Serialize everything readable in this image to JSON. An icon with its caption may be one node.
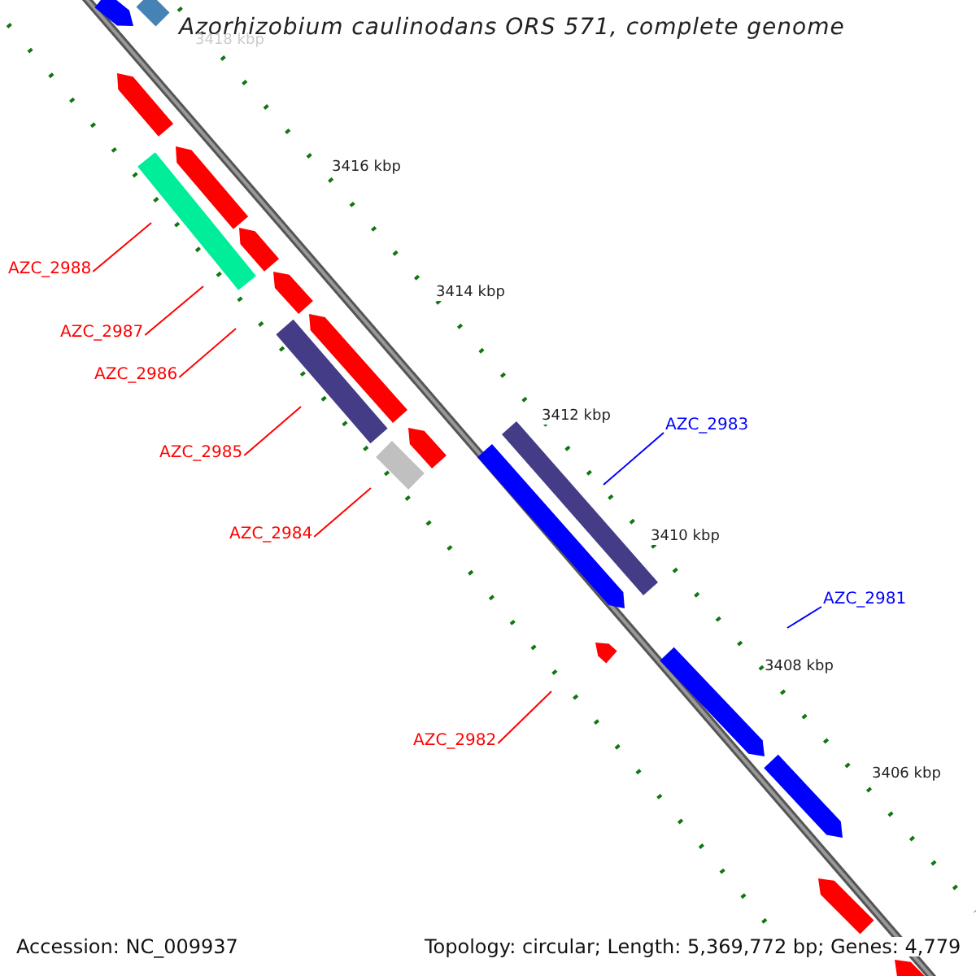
{
  "diagram": {
    "title": "Azorhizobium caulinodans ORS 571, complete genome",
    "nodes": [
      {
        "text": [
          "AZC_2988"
        ]
      },
      {
        "text": [
          "AZC_2987"
        ]
      },
      {
        "text": [
          "AZC_2986"
        ]
      },
      {
        "text": [
          "AZC_2983"
        ]
      },
      {
        "text": [
          "AZC_2985"
        ]
      },
      {
        "text": [
          "AZC_2984"
        ]
      },
      {
        "text": [
          "AZC_2981"
        ]
      },
      {
        "text": [
          "AZC_2982"
        ]
      }
    ],
    "edges": [
      {
        "from": 0,
        "to": null,
        "arrow": "none"
      },
      {
        "from": 1,
        "to": null,
        "arrow": "none"
      },
      {
        "from": 2,
        "to": null,
        "arrow": "none"
      },
      {
        "from": 3,
        "to": null,
        "arrow": "none",
        "color": "#0000ff"
      },
      {
        "from": 4,
        "to": null,
        "arrow": "none"
      },
      {
        "from": 5,
        "to": null,
        "arrow": "none"
      },
      {
        "from": 6,
        "to": null,
        "arrow": "none",
        "color": "#0000ff"
      },
      {
        "from": 7,
        "to": null,
        "arrow": "none"
      }
    ],
    "labels": [
      "3418 kbp",
      "3416 kbp",
      "3414 kbp",
      "3412 kbp",
      "3410 kbp",
      "3408 kbp",
      "3406 kbp",
      "Accession: NC_009937",
      "Topology: circular; Length: 5,369,772 bp; Genes: 4,779"
    ]
  }
}
